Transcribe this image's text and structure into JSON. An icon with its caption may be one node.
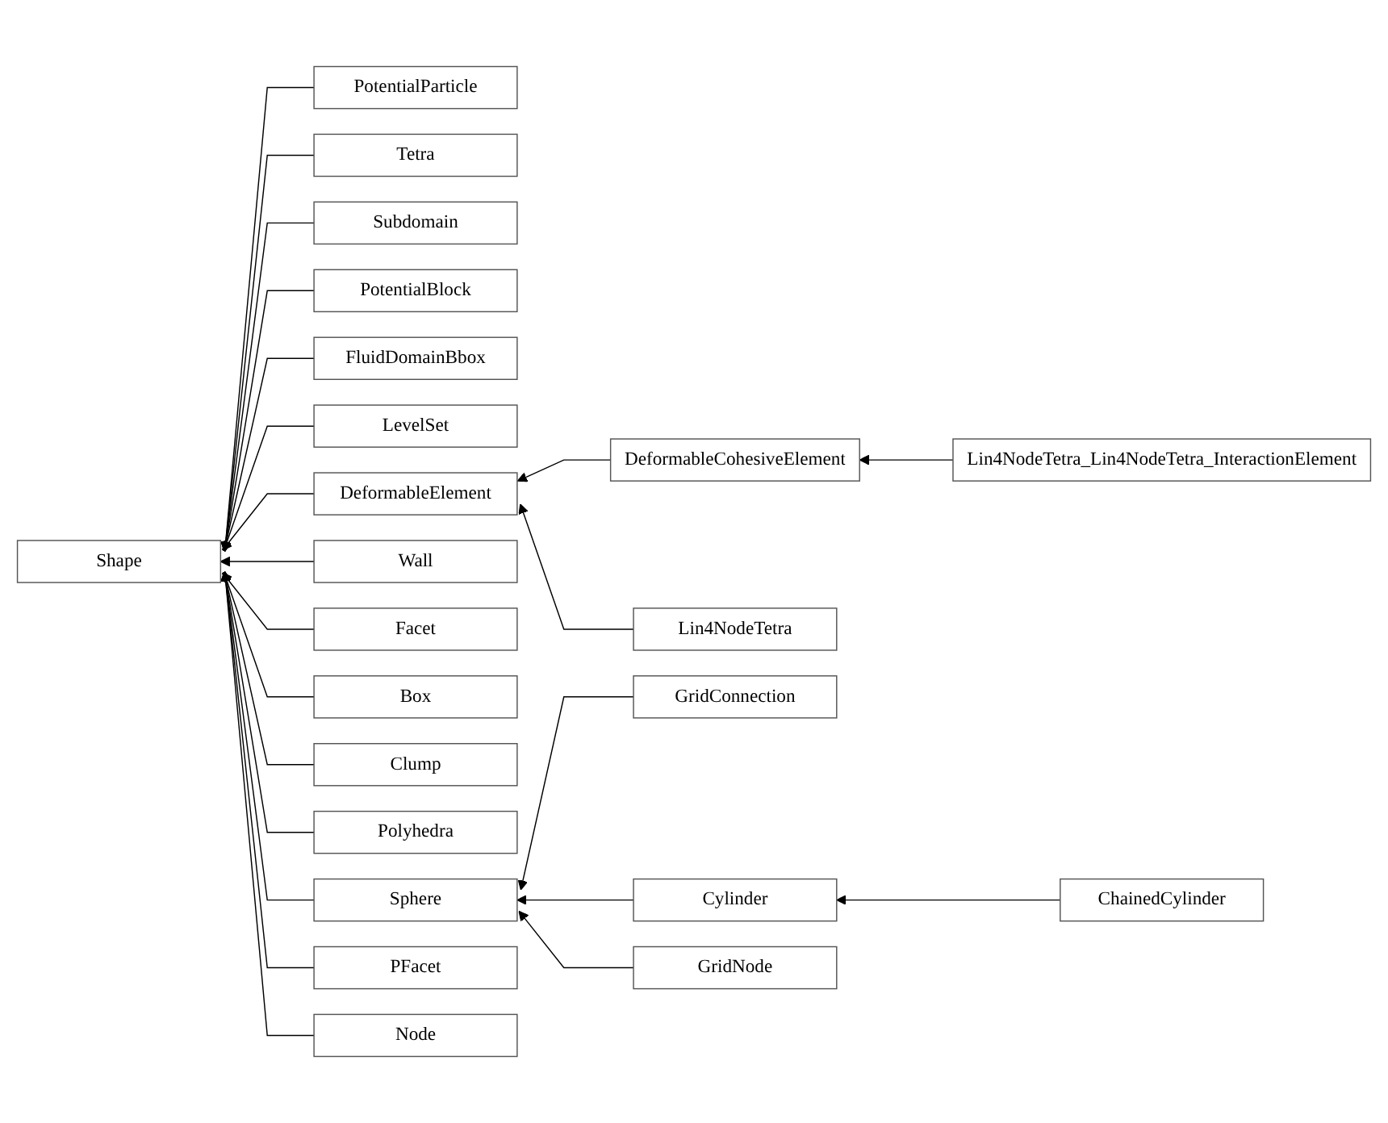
{
  "diagram": {
    "nodes": [
      {
        "text": [
          "Shape"
        ]
      },
      {
        "text": [
          "PotentialParticle"
        ]
      },
      {
        "text": [
          "Tetra"
        ]
      },
      {
        "text": [
          "Subdomain"
        ]
      },
      {
        "text": [
          "PotentialBlock"
        ]
      },
      {
        "text": [
          "FluidDomainBbox"
        ]
      },
      {
        "text": [
          "LevelSet"
        ]
      },
      {
        "text": [
          "DeformableElement"
        ]
      },
      {
        "text": [
          "Wall"
        ]
      },
      {
        "text": [
          "Facet"
        ]
      },
      {
        "text": [
          "Box"
        ]
      },
      {
        "text": [
          "Clump"
        ]
      },
      {
        "text": [
          "Polyhedra"
        ]
      },
      {
        "text": [
          "Sphere"
        ]
      },
      {
        "text": [
          "PFacet"
        ]
      },
      {
        "text": [
          "Node"
        ]
      },
      {
        "text": [
          "DeformableCohesiveElement"
        ]
      },
      {
        "text": [
          "Lin4NodeTetra"
        ]
      },
      {
        "text": [
          "Lin4NodeTetra_Lin4NodeTetra_InteractionElement"
        ]
      },
      {
        "text": [
          "GridConnection"
        ]
      },
      {
        "text": [
          "Cylinder"
        ]
      },
      {
        "text": [
          "GridNode"
        ]
      },
      {
        "text": [
          "ChainedCylinder"
        ]
      }
    ],
    "edges": [
      {
        "from": 1,
        "to": 0,
        "arrow": "to"
      },
      {
        "from": 2,
        "to": 0,
        "arrow": "to"
      },
      {
        "from": 3,
        "to": 0,
        "arrow": "to"
      },
      {
        "from": 4,
        "to": 0,
        "arrow": "to"
      },
      {
        "from": 5,
        "to": 0,
        "arrow": "to"
      },
      {
        "from": 6,
        "to": 0,
        "arrow": "to"
      },
      {
        "from": 7,
        "to": 0,
        "arrow": "to"
      },
      {
        "from": 8,
        "to": 0,
        "arrow": "to"
      },
      {
        "from": 9,
        "to": 0,
        "arrow": "to"
      },
      {
        "from": 10,
        "to": 0,
        "arrow": "to"
      },
      {
        "from": 11,
        "to": 0,
        "arrow": "to"
      },
      {
        "from": 12,
        "to": 0,
        "arrow": "to"
      },
      {
        "from": 13,
        "to": 0,
        "arrow": "to"
      },
      {
        "from": 14,
        "to": 0,
        "arrow": "to"
      },
      {
        "from": 15,
        "to": 0,
        "arrow": "to"
      },
      {
        "from": 16,
        "to": 7,
        "arrow": "to"
      },
      {
        "from": 17,
        "to": 7,
        "arrow": "to"
      },
      {
        "from": 18,
        "to": 16,
        "arrow": "to"
      },
      {
        "from": 19,
        "to": 13,
        "arrow": "to"
      },
      {
        "from": 20,
        "to": 13,
        "arrow": "to"
      },
      {
        "from": 21,
        "to": 13,
        "arrow": "to"
      },
      {
        "from": 22,
        "to": 20,
        "arrow": "to"
      }
    ]
  }
}
